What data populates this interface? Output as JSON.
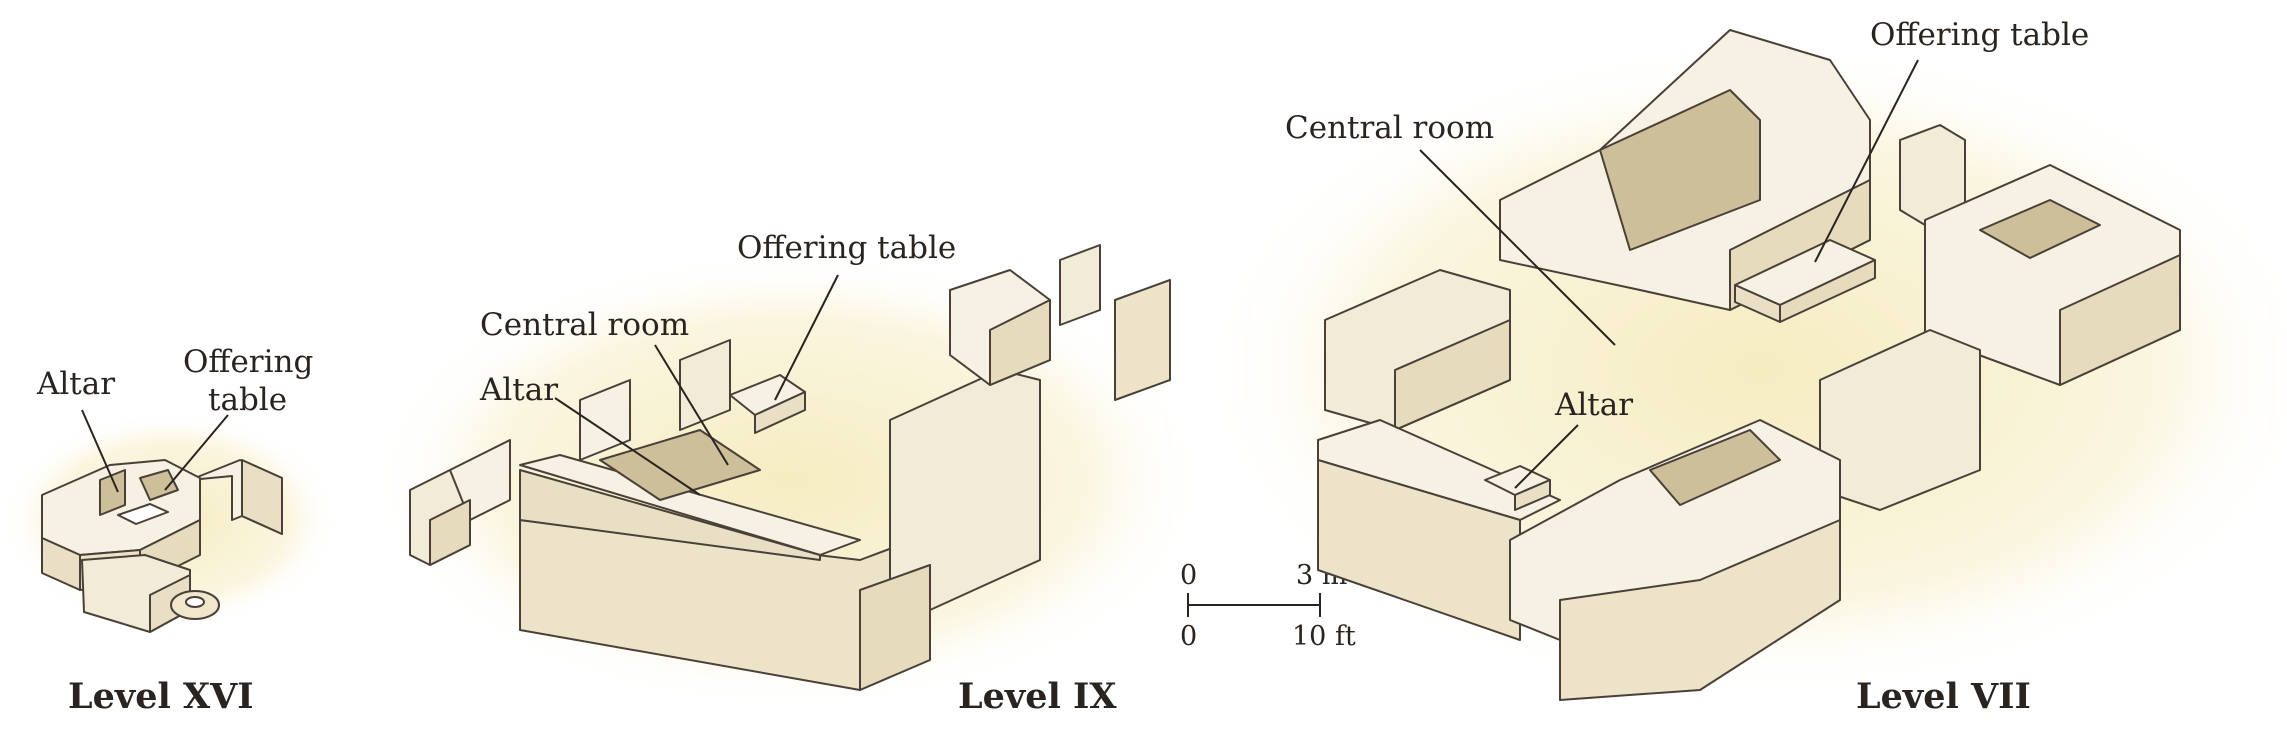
{
  "diagram": {
    "panels": [
      {
        "id": "xvi",
        "level_label": "Level XVI",
        "annotations": [
          {
            "id": "altar",
            "text": "Altar"
          },
          {
            "id": "offering-1",
            "text": "Offering"
          },
          {
            "id": "offering-2",
            "text": "table"
          }
        ]
      },
      {
        "id": "ix",
        "level_label": "Level IX",
        "annotations": [
          {
            "id": "offering",
            "text": "Offering table"
          },
          {
            "id": "central",
            "text": "Central room"
          },
          {
            "id": "altar",
            "text": "Altar"
          }
        ]
      },
      {
        "id": "vii",
        "level_label": "Level VII",
        "annotations": [
          {
            "id": "offering",
            "text": "Offering table"
          },
          {
            "id": "central",
            "text": "Central room"
          },
          {
            "id": "altar",
            "text": "Altar"
          }
        ]
      }
    ],
    "scale_bar": {
      "metric_zero": "0",
      "metric_end": "3 m",
      "imperial_zero": "0",
      "imperial_end": "10 ft"
    },
    "colors": {
      "wall_top": "#f6f1e2",
      "wall_side": "#e9dfc4",
      "wall_shadow": "#cdbf9a",
      "outline": "#4a4038",
      "ground_glow": "#f5ebbd"
    }
  }
}
